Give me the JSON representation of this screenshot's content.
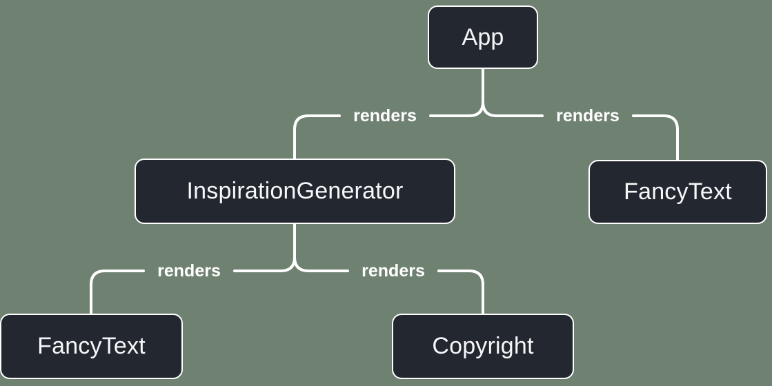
{
  "diagram": {
    "type": "tree",
    "colors": {
      "background": "#6F8171",
      "node_fill": "#23272F",
      "node_text": "#F6F7F9",
      "node_border": "#FFFFFF",
      "line": "#FFFFFF",
      "label_text": "#FFFFFF"
    },
    "nodes": [
      {
        "id": "app",
        "label": "App"
      },
      {
        "id": "inspiration-generator",
        "label": "InspirationGenerator"
      },
      {
        "id": "fancy-text-right",
        "label": "FancyText"
      },
      {
        "id": "fancy-text-left",
        "label": "FancyText"
      },
      {
        "id": "copyright",
        "label": "Copyright"
      }
    ],
    "edges": [
      {
        "from": "App",
        "to": "InspirationGenerator",
        "label": "renders"
      },
      {
        "from": "App",
        "to": "FancyText",
        "label": "renders"
      },
      {
        "from": "InspirationGenerator",
        "to": "FancyText",
        "label": "renders"
      },
      {
        "from": "InspirationGenerator",
        "to": "Copyright",
        "label": "renders"
      }
    ]
  }
}
